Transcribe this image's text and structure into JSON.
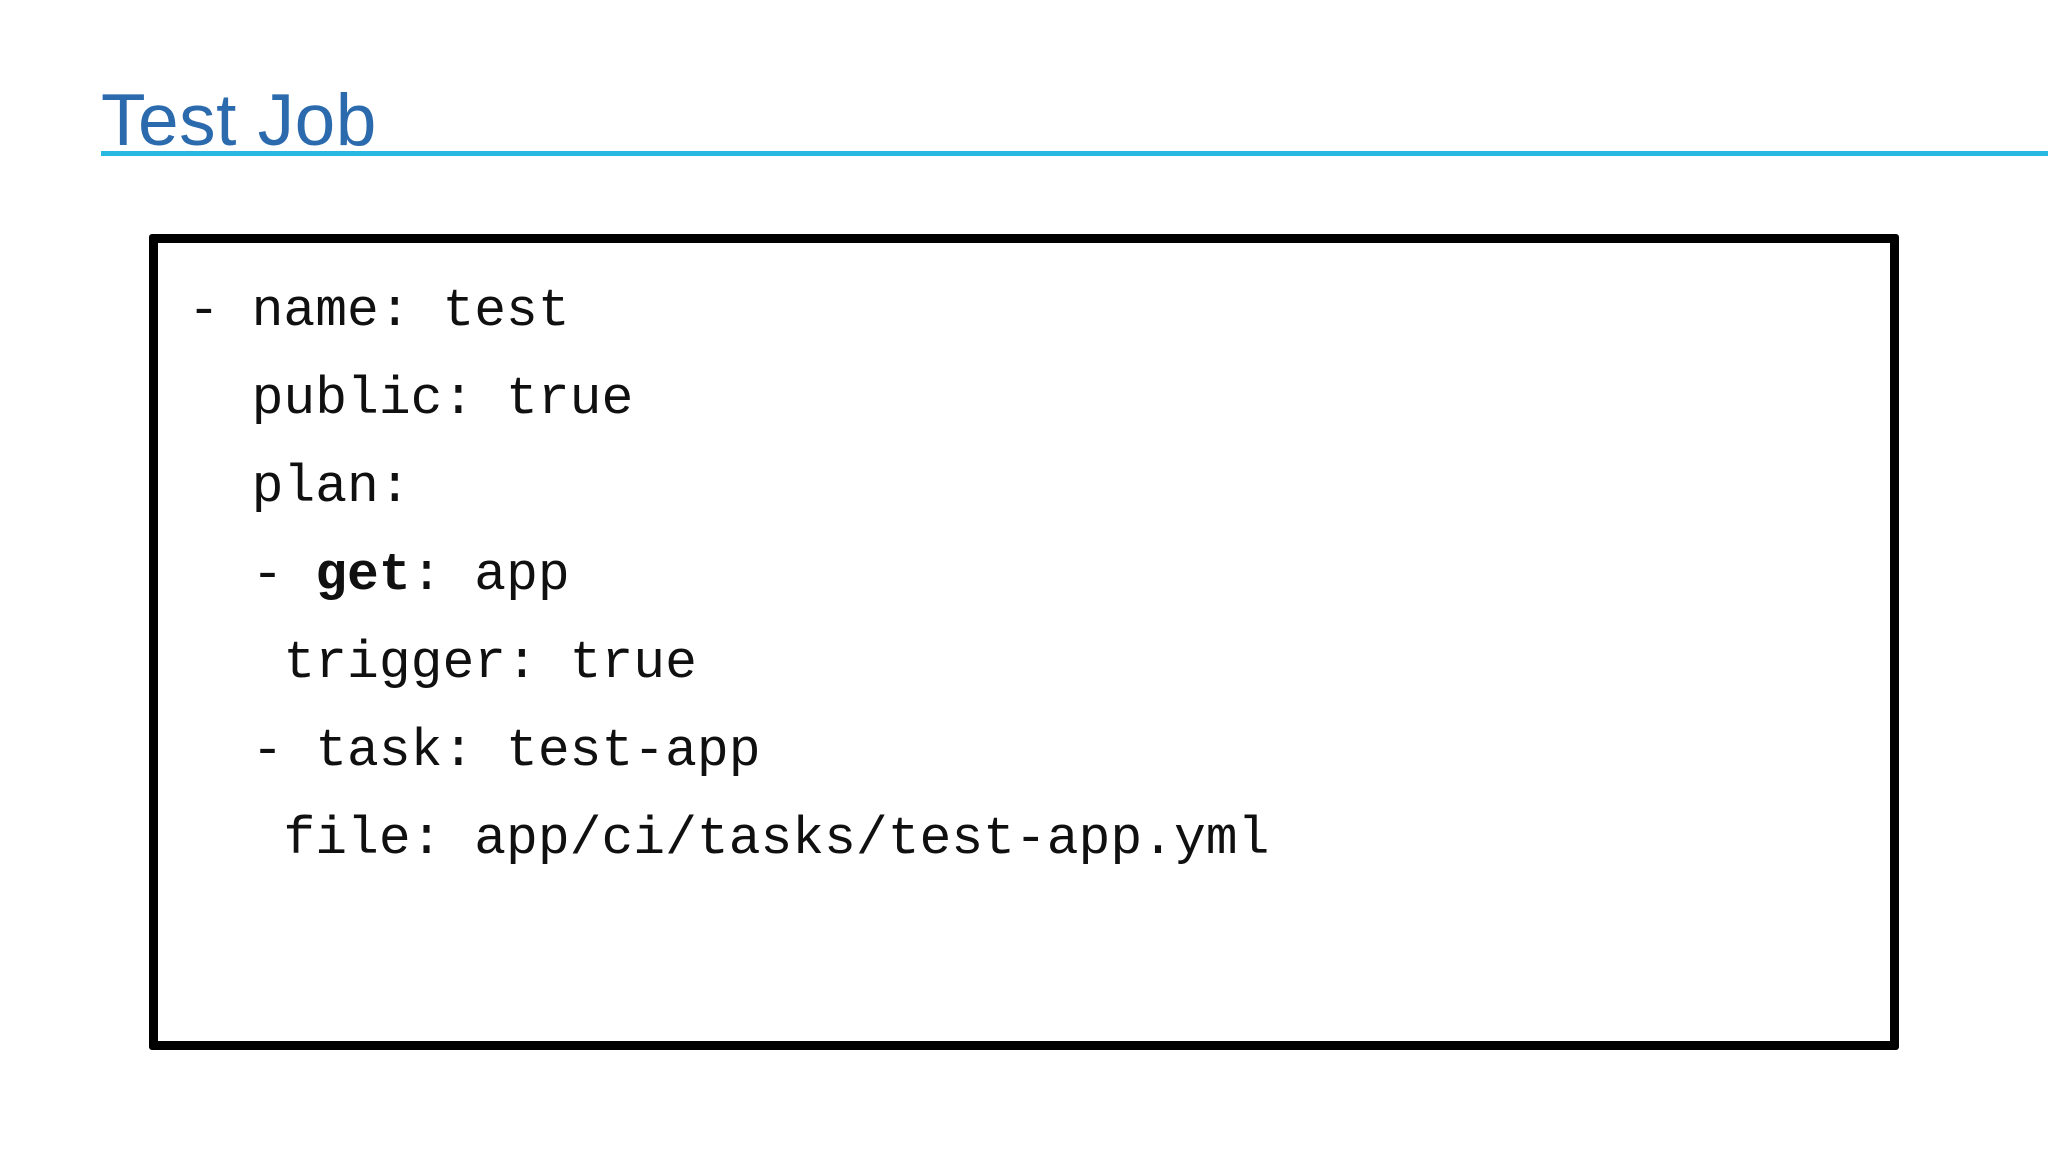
{
  "slide": {
    "background_color": "#ffffff"
  },
  "header": {
    "title": "Test Job",
    "title_color": "#2b6aad",
    "underline_color": "#29b8e2"
  },
  "code_block": {
    "border_color": "#000000",
    "text_color": "#101010",
    "lines": [
      [
        {
          "t": "- name: test"
        }
      ],
      [
        {
          "t": "  public: true"
        }
      ],
      [
        {
          "t": "  plan:"
        }
      ],
      [
        {
          "t": "  - "
        },
        {
          "t": "get",
          "bold": true
        },
        {
          "t": ": app"
        }
      ],
      [
        {
          "t": "   trigger: true"
        }
      ],
      [
        {
          "t": "  - task: test-app"
        }
      ],
      [
        {
          "t": "   file: app/ci/tasks/test-app.yml"
        }
      ]
    ]
  }
}
